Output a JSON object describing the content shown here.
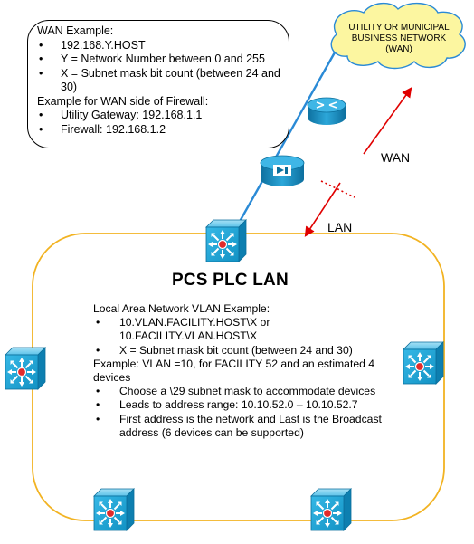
{
  "wan_example": {
    "title": "WAN Example:",
    "items1": [
      "192.168.Y.HOST",
      "Y = Network Number between 0 and  255",
      "X = Subnet mask bit count (between 24 and 30)"
    ],
    "subtitle": "Example for  WAN side of Firewall:",
    "items2": [
      "Utility Gateway: 192.168.1.1",
      "Firewall: 192.168.1.2"
    ]
  },
  "utility_cloud": {
    "line1": "UTILITY OR MUNICIPAL",
    "line2": "BUSINESS NETWORK",
    "line3": "(WAN)"
  },
  "arrows": {
    "wan": "WAN",
    "lan": "LAN"
  },
  "lan_title": "PCS PLC LAN",
  "lan_example": {
    "title": "Local Area Network VLAN Example:",
    "items1": [
      "10.VLAN.FACILITY.HOST\\X or 10.FACILITY.VLAN.HOST\\X",
      "X = Subnet mask bit count (between 24 and 30)"
    ],
    "example": "Example: VLAN =10, for FACILITY 52 and an estimated 4 devices",
    "items2": [
      "Choose a \\29 subnet mask to accommodate devices",
      "Leads to address range: 10.10.52.0 – 10.10.52.7",
      "First address is the network and Last is the Broadcast address (6 devices can be supported)"
    ]
  },
  "colors": {
    "ring": "#f2b322",
    "link": "#2a8ad6",
    "switch": "#1aa0d2",
    "switch_dark": "#0b6f9c",
    "wan_arrow": "#e00000"
  },
  "icons": {
    "router": "router-icon",
    "firewall": "firewall-icon",
    "switch": "layer3-switch-icon",
    "cloud": "cloud-icon"
  }
}
